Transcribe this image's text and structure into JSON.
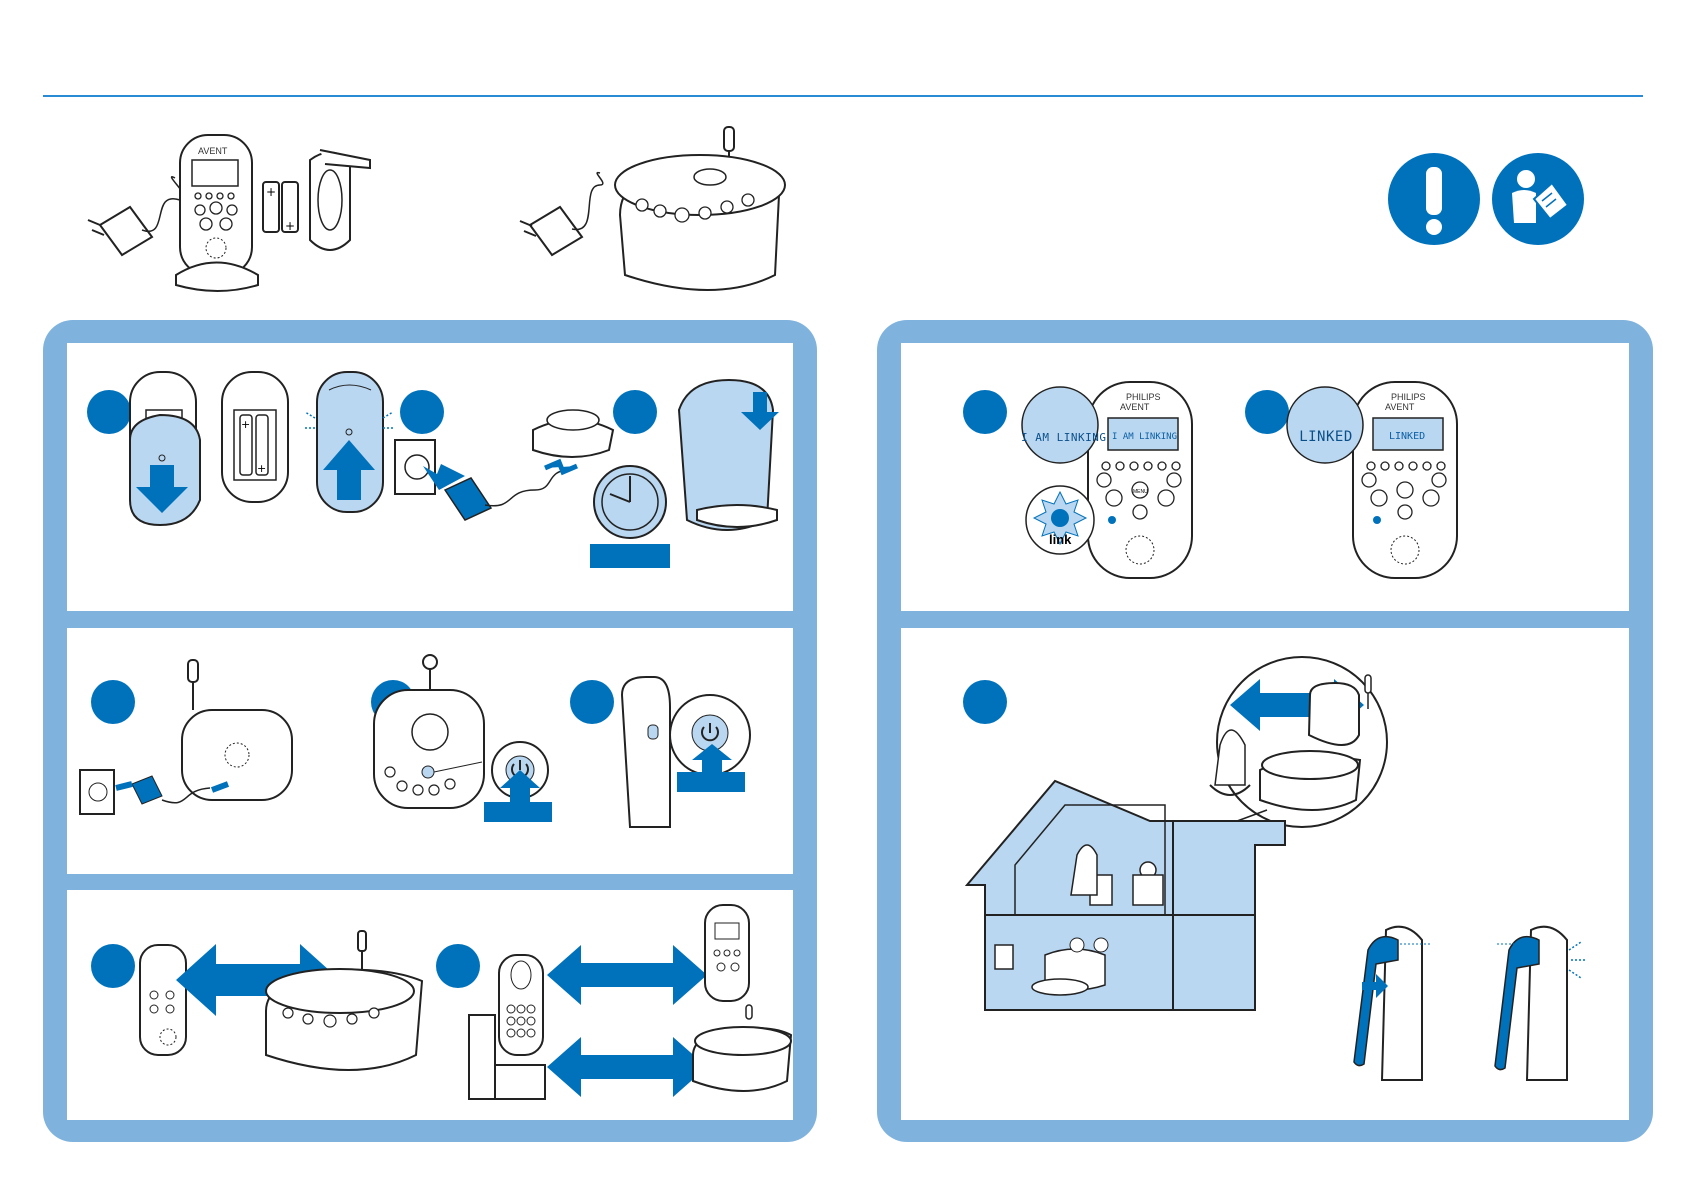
{
  "brand": {
    "maker": "PHILIPS",
    "name": "AVENT"
  },
  "icons": {
    "warning": "exclamation-icon",
    "manual": "read-manual-icon",
    "power": "power-icon",
    "battery_plus": "+"
  },
  "screens": {
    "linking_callout": "I AM LINKING",
    "linking_lcd": "I AM LINKING",
    "linked_callout": "LINKED",
    "linked_lcd": "LINKED"
  },
  "buttons": {
    "link_label": "link",
    "menu_label": "MENU"
  },
  "colors": {
    "accent": "#0072bc",
    "panel_frame": "#7fb3de",
    "light_fill": "#b9d7f0",
    "rule": "#2a8ad4"
  }
}
